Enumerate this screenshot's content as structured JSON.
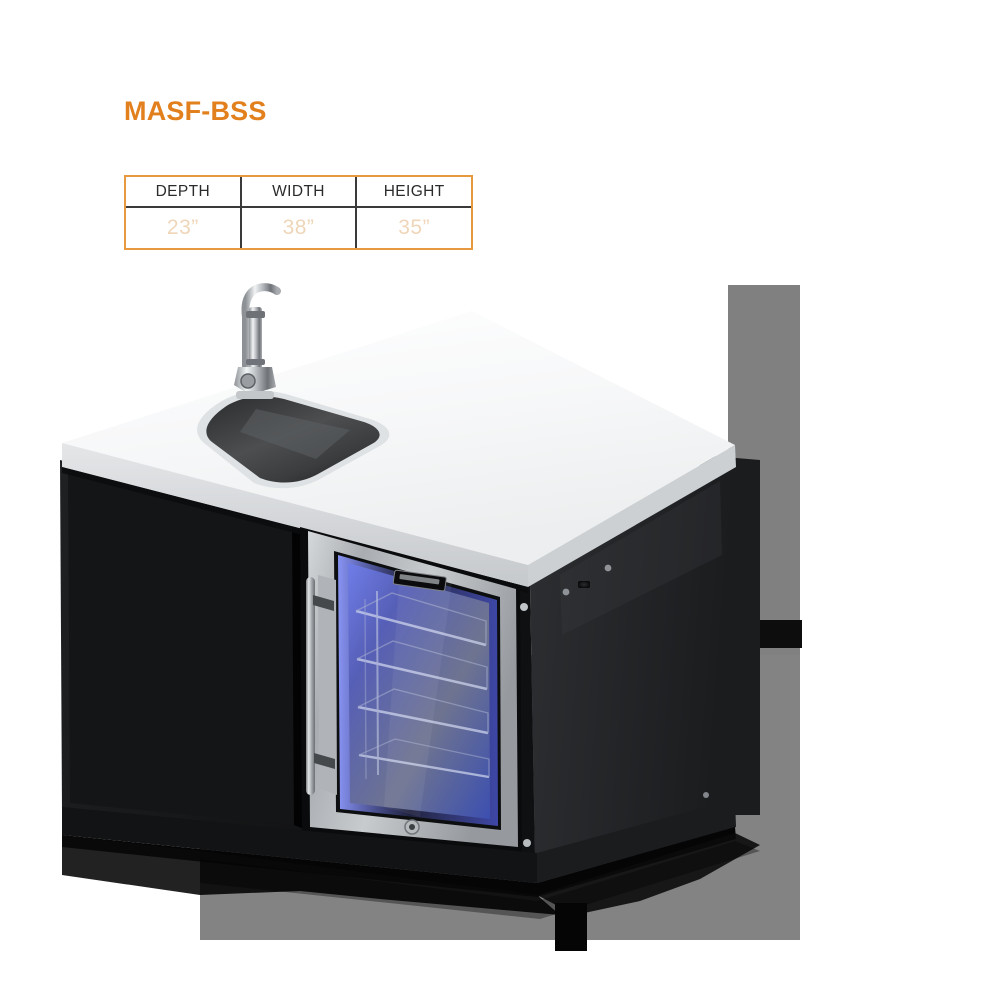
{
  "page": {
    "background_color": "#ffffff"
  },
  "header": {
    "model_title": "MASF-BSS",
    "title_color": "#E2801E"
  },
  "spec_table": {
    "border_color": "#E8983F",
    "divider_color": "#3a3a3a",
    "header_text_color": "#2b2b2b",
    "value_text_color": "#EFD6B9",
    "columns": [
      {
        "header": "DEPTH",
        "value": "23”"
      },
      {
        "header": "WIDTH",
        "value": "38”"
      },
      {
        "header": "HEIGHT",
        "value": "35”"
      }
    ]
  },
  "product_image": {
    "alt": "Outdoor stainless bar center with undermount sink, chrome faucet and glass-door refrigerator",
    "colors": {
      "countertop": "#f2f3f4",
      "countertop_edge": "#d8dadc",
      "cabinet_black": "#1b1c1e",
      "cabinet_side_black": "#26282b",
      "stainless_frame": "#b9bcbf",
      "glass_blue": "#5a62c8",
      "glass_blue_glow": "#6d7af0",
      "floor_gray": "#838383",
      "wall_gray": "#808080",
      "shadow_black": "#0a0a0a",
      "chrome": "#c9ccd0"
    },
    "parts": [
      "faucet",
      "sink-basin",
      "countertop",
      "left-cabinet-panel",
      "refrigerator-glass-door",
      "door-handle",
      "door-lock",
      "brand-badge",
      "wire-shelves",
      "right-side-panel",
      "base-plinth",
      "floor-plane",
      "back-wall-band"
    ],
    "shelf_count": 4
  }
}
